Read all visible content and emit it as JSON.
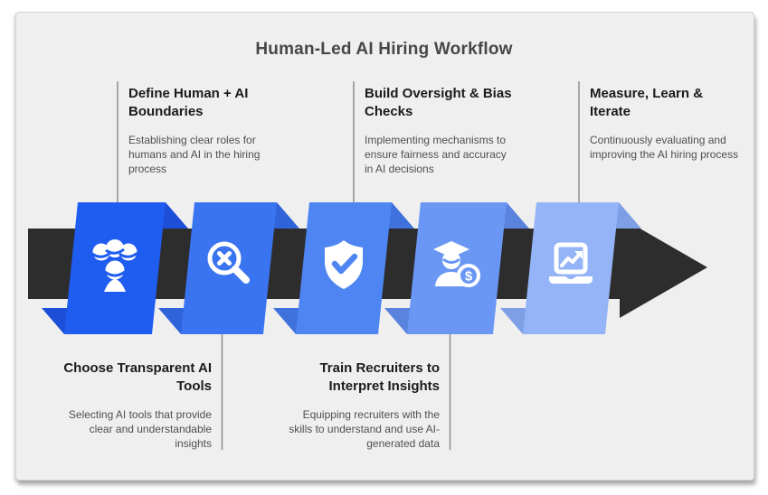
{
  "title": "Human-Led AI Hiring Workflow",
  "colors": {
    "card_background": "#efeff0",
    "page_background": "#ffffff",
    "arrow": "#2d2d2d",
    "connector_line": "#8f8f8f",
    "title_text": "#474747",
    "heading_text": "#1b1b1b",
    "body_text": "#4f4f4f"
  },
  "steps": [
    {
      "index": 1,
      "label_position": "top",
      "title": "Define Human + AI Boundaries",
      "description": "Establishing clear roles for humans and AI in the hiring process",
      "icon": "team-hierarchy-icon",
      "color": "#1f5cf0",
      "fold_color": "#1d4ed8"
    },
    {
      "index": 2,
      "label_position": "bottom",
      "title": "Choose Transparent AI Tools",
      "description": "Selecting AI tools that provide clear and understandable insights",
      "icon": "search-x-icon",
      "color": "#3b74f1",
      "fold_color": "#2f63da"
    },
    {
      "index": 3,
      "label_position": "top",
      "title": "Build Oversight & Bias Checks",
      "description": "Implementing mechanisms to ensure fairness and accuracy in AI decisions",
      "icon": "shield-check-icon",
      "color": "#4e85f2",
      "fold_color": "#3f71dc"
    },
    {
      "index": 4,
      "label_position": "bottom",
      "title": "Train Recruiters to Interpret Insights",
      "description": "Equipping recruiters with the skills to understand and use AI-generated data",
      "icon": "graduate-dollar-icon",
      "color": "#6b97f4",
      "fold_color": "#5a83de",
      "coin_symbol": "$"
    },
    {
      "index": 5,
      "label_position": "top",
      "title": "Measure, Learn & Iterate",
      "description": "Continuously evaluating and improving the AI hiring process",
      "icon": "laptop-chart-icon",
      "color": "#94b4f7",
      "fold_color": "#7e9fe6"
    }
  ]
}
